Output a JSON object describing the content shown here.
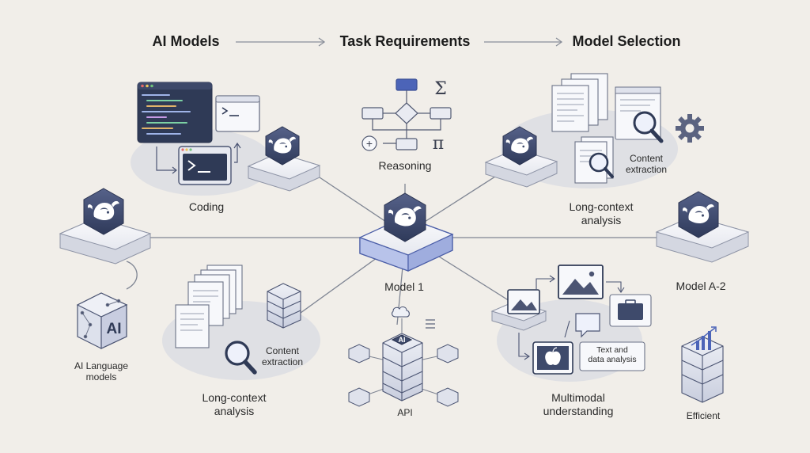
{
  "header": {
    "steps": [
      "AI Models",
      "Task Requirements",
      "Model Selection"
    ]
  },
  "nodes": {
    "center": "Model 1",
    "coding": "Coding",
    "reasoning": "Reasoning",
    "long_context_top": "Long-context\nanalysis",
    "content_extraction_top": "Content\nextraction",
    "model_a2": "Model A-2",
    "ai_language_models": "AI Language\nmodels",
    "ai_cube_text": "AI",
    "long_context_bottom": "Long-context\nanalysis",
    "content_extraction_bottom": "Content\nextraction",
    "api": "API",
    "api_chip_text": "AI",
    "multimodal": "Multimodal\nunderstanding",
    "text_data_analysis": "Text and\ndata analysis",
    "efficient": "Efficient"
  },
  "math_symbols": {
    "sigma": "Σ",
    "pi": "π",
    "plus": "+"
  },
  "colors": {
    "background": "#f1eee9",
    "tile_dark": "#3e4a6b",
    "accent_blue": "#4c5fa8",
    "line": "#7f8593",
    "platform": "#e8e9ef"
  },
  "icons": [
    "whale-logo-icon",
    "code-editor-icon",
    "terminal-icon",
    "flowchart-icon",
    "document-stack-icon",
    "magnifier-icon",
    "gear-icon",
    "ai-cube-icon",
    "database-stack-icon",
    "image-icon",
    "briefcase-icon",
    "chat-bubble-icon",
    "apple-icon",
    "cloud-icon",
    "server-rack-icon",
    "bar-chart-icon"
  ]
}
